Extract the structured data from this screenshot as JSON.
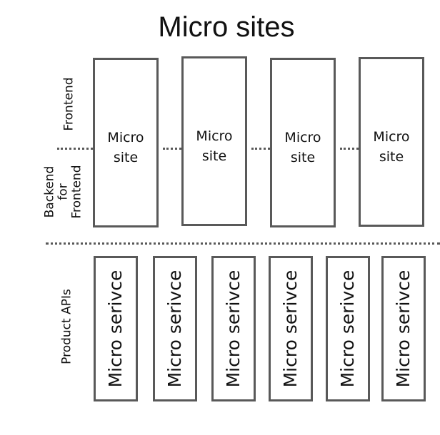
{
  "title": "Micro sites",
  "layers": {
    "frontend": "Frontend",
    "bff": [
      "Backend",
      "for",
      "Frontend"
    ],
    "product_apis": "Product APIs"
  },
  "micro_sites": [
    {
      "line1": "Micro",
      "line2": "site"
    },
    {
      "line1": "Micro",
      "line2": "site"
    },
    {
      "line1": "Micro",
      "line2": "site"
    },
    {
      "line1": "Micro",
      "line2": "site"
    }
  ],
  "micro_services": [
    {
      "label": "Micro serivce"
    },
    {
      "label": "Micro serivce"
    },
    {
      "label": "Micro serivce"
    },
    {
      "label": "Micro serivce"
    },
    {
      "label": "Micro serivce"
    },
    {
      "label": "Micro serivce"
    }
  ]
}
